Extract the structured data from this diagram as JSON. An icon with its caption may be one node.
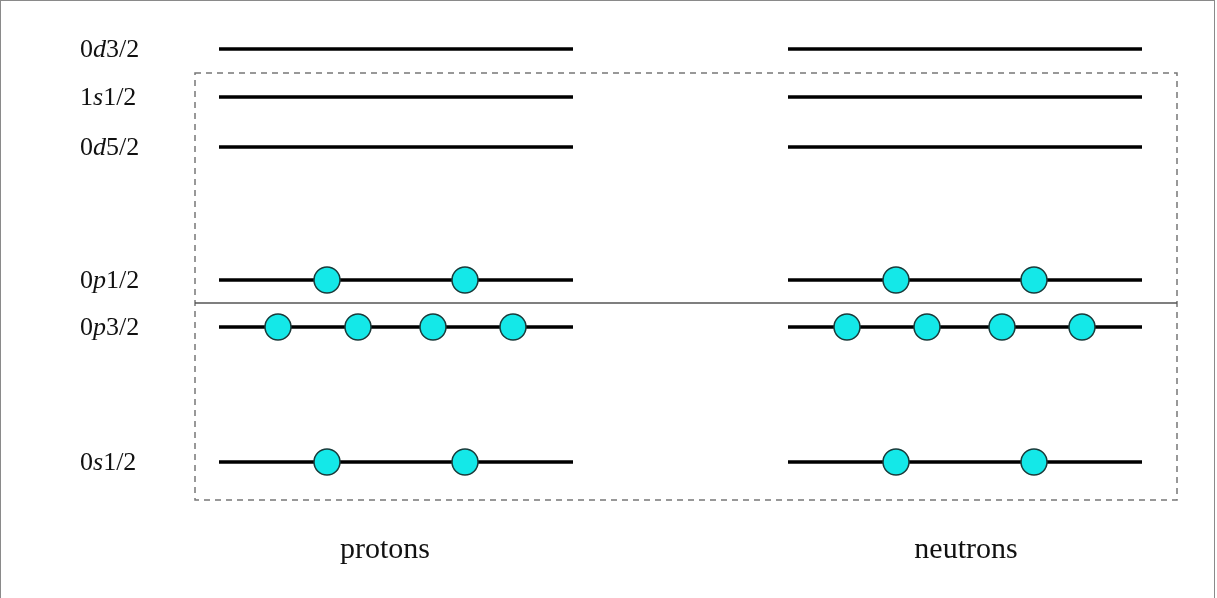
{
  "diagram": {
    "labels": [
      "0d3/2",
      "1s1/2",
      "0d5/2",
      "0p1/2",
      "0p3/2",
      "0s1/2",
      "protons",
      "neutrons"
    ]
  }
}
